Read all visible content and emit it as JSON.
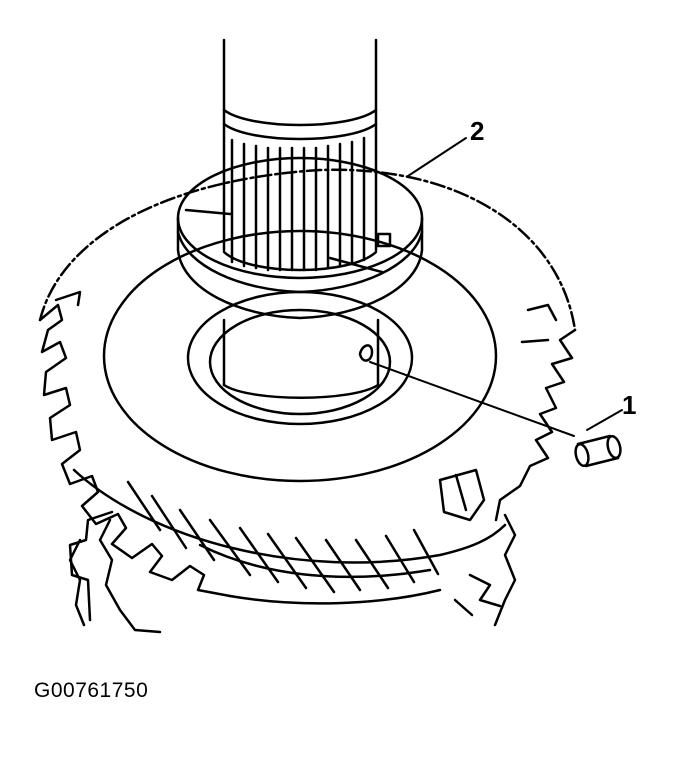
{
  "diagram": {
    "callouts": [
      {
        "id": "1",
        "label": "1"
      },
      {
        "id": "2",
        "label": "2"
      }
    ],
    "figure_id": "G00761750",
    "colors": {
      "ink": "#000000",
      "background": "#ffffff"
    }
  }
}
